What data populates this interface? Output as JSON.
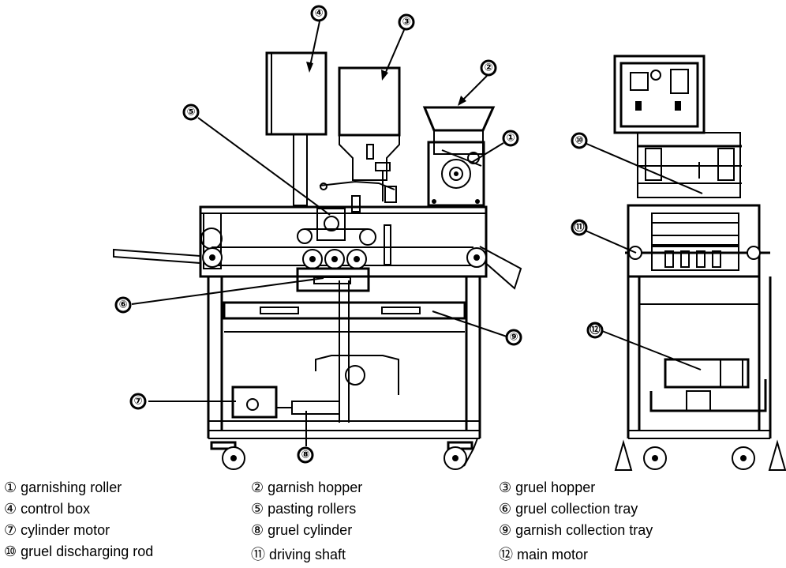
{
  "callouts": [
    "④",
    "③",
    "②",
    "①",
    "⑤",
    "⑩",
    "⑪",
    "⑥",
    "⑨",
    "⑫",
    "⑦",
    "⑧"
  ],
  "legend": [
    [
      "① garnishing roller",
      "② garnish hopper",
      "③ gruel hopper"
    ],
    [
      "④ control box",
      "⑤ pasting rollers",
      "⑥ gruel collection tray"
    ],
    [
      "⑦ cylinder motor",
      "⑧ gruel cylinder",
      "⑨ garnish collection tray"
    ],
    [
      "⑩ gruel discharging rod",
      "⑪ driving shaft",
      "⑫ main motor"
    ]
  ]
}
